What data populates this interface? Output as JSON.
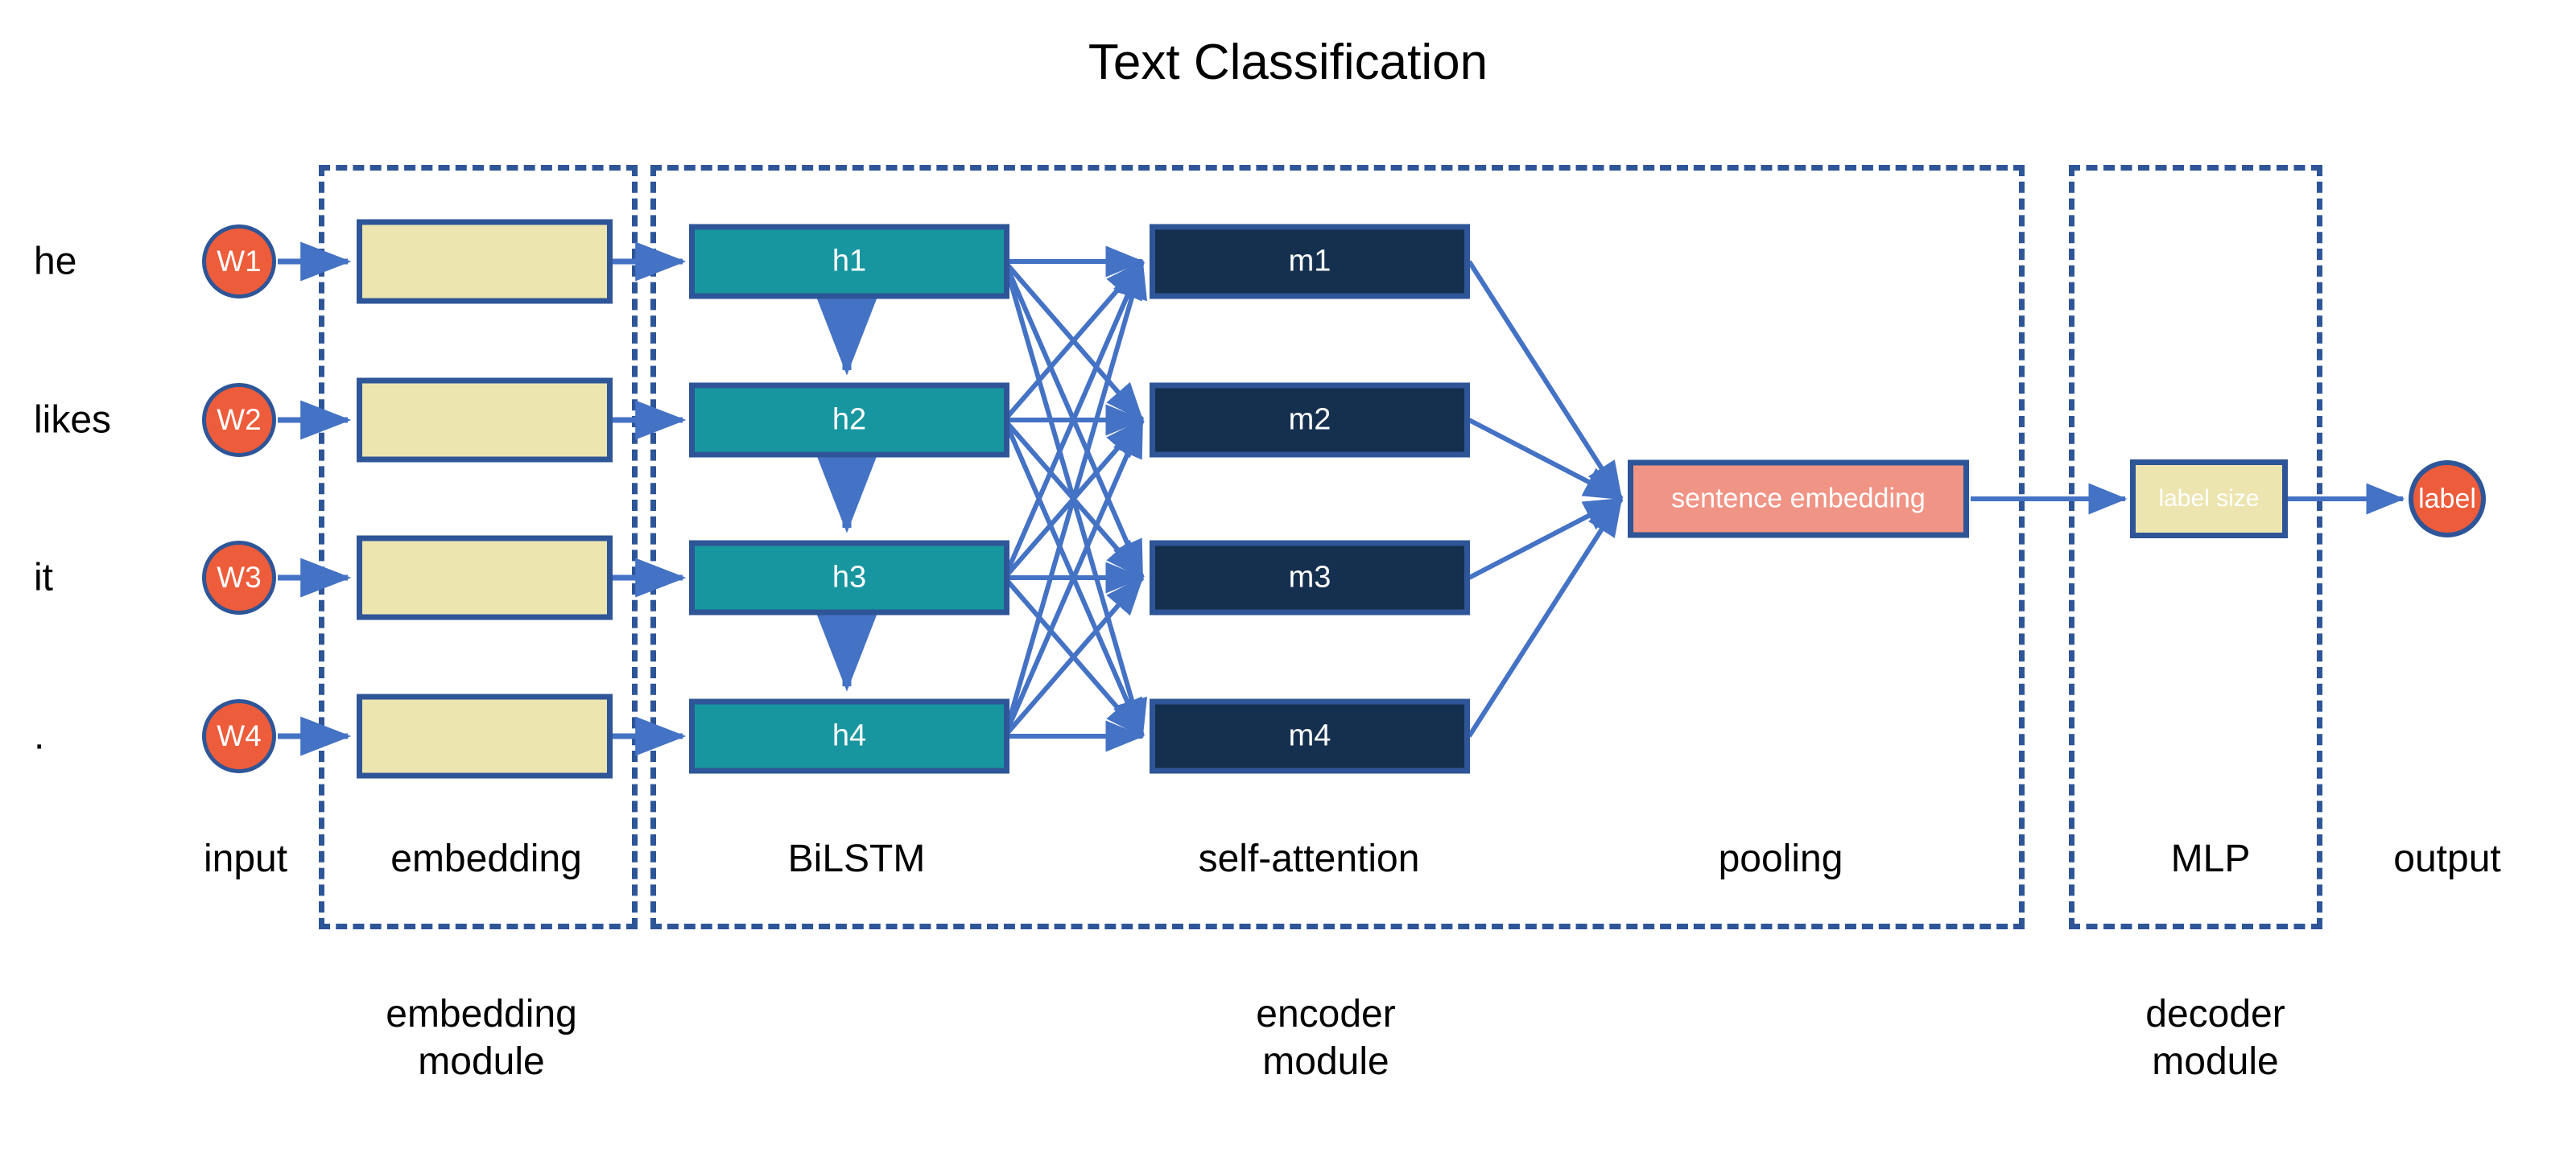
{
  "title": "Text Classification",
  "colors": {
    "accent_blue": "#2e5597",
    "arrow_blue": "#4472c4",
    "embedding_fill": "#ece5b0",
    "lstm_fill": "#1896a0",
    "attention_fill": "#15304f",
    "pooling_fill": "#f09485",
    "circle_fill": "#ed5c3b",
    "text_on_dark": "#ffffff",
    "background": "#ffffff"
  },
  "input": {
    "words": [
      "he",
      "likes",
      "it",
      "."
    ],
    "tokens": [
      "W1",
      "W2",
      "W3",
      "W4"
    ]
  },
  "embedding": {
    "boxes": [
      "",
      "",
      "",
      ""
    ]
  },
  "bilstm": {
    "boxes": [
      "h1",
      "h2",
      "h3",
      "h4"
    ],
    "bidirectional_links": 3
  },
  "self_attention": {
    "boxes": [
      "m1",
      "m2",
      "m3",
      "m4"
    ],
    "connections": "fully-connected 4x4"
  },
  "pooling": {
    "box": "sentence embedding"
  },
  "mlp": {
    "box": "label size"
  },
  "output": {
    "circle": "label"
  },
  "stage_labels": [
    "input",
    "embedding",
    "BiLSTM",
    "self-attention",
    "pooling",
    "MLP",
    "output"
  ],
  "module_captions": [
    "embedding\nmodule",
    "encoder\nmodule",
    "decoder\nmodule"
  ]
}
